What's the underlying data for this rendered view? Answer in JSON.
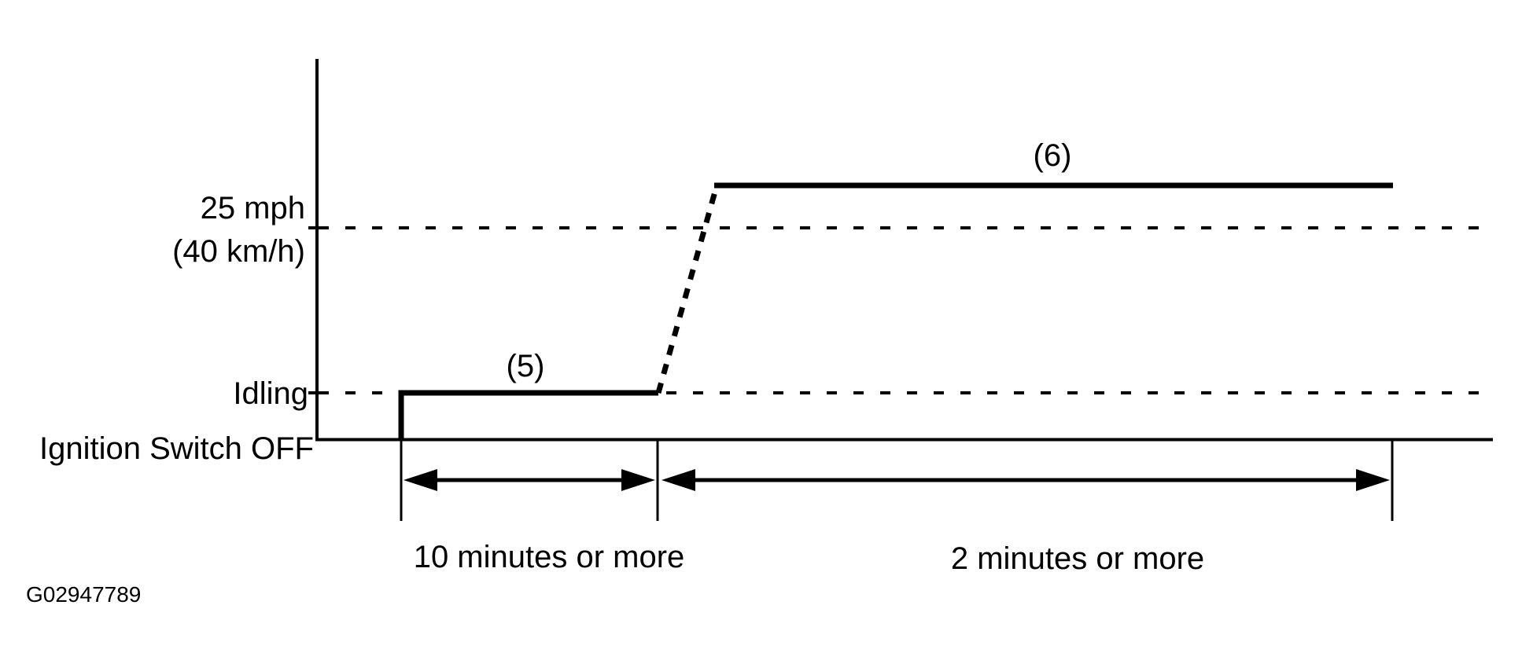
{
  "figure": {
    "id": "G02947789"
  },
  "axis": {
    "speed_threshold_line1": "25 mph",
    "speed_threshold_line2": "(40 km/h)",
    "idling_label": "Idling",
    "ignition_off_label": "Ignition Switch OFF"
  },
  "segments": {
    "idle_segment_label": "(5)",
    "drive_segment_label": "(6)"
  },
  "durations": {
    "idle_duration_label": "10 minutes or more",
    "drive_duration_label": "2 minutes or more"
  },
  "colors": {
    "stroke": "#000000",
    "background": "#ffffff"
  },
  "chart_data": {
    "type": "line",
    "title": "",
    "xlabel": "",
    "ylabel": "",
    "y_levels": [
      "Ignition Switch OFF",
      "Idling",
      "25 mph (40 km/h)"
    ],
    "pattern": [
      {
        "label": "(5)",
        "level": "Idling",
        "duration": "10 minutes or more",
        "style": "solid"
      },
      {
        "label": "",
        "from_level": "Idling",
        "to_level": "above 25 mph (40 km/h)",
        "style": "dashed-ramp"
      },
      {
        "label": "(6)",
        "level": "above 25 mph (40 km/h)",
        "duration": "2 minutes or more",
        "style": "solid"
      }
    ],
    "grid": "two dashed horizontal reference lines (Idling, 25 mph)",
    "legend": "none"
  }
}
